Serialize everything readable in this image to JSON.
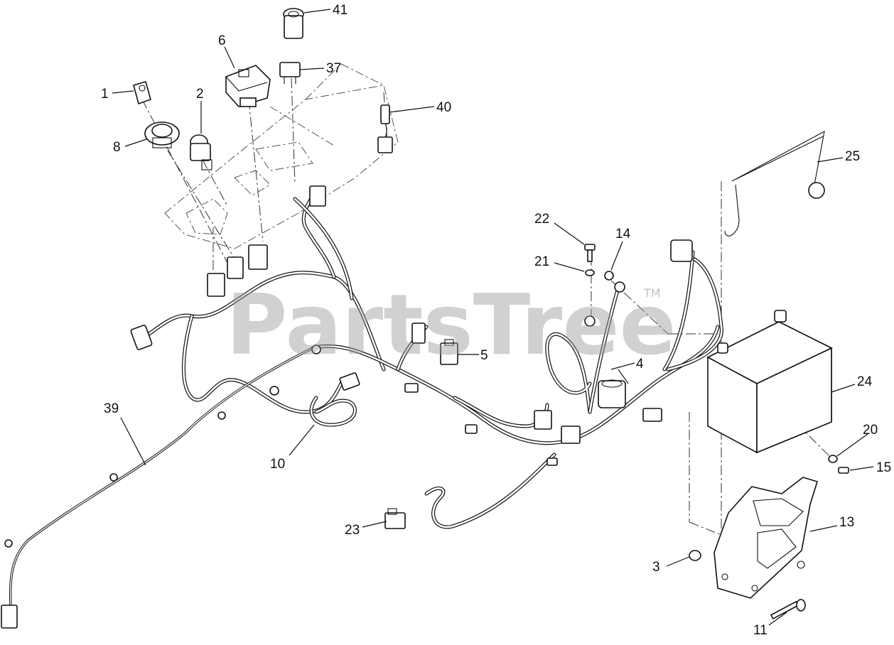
{
  "watermark": {
    "text": "PartsTree",
    "trademark": "TM"
  },
  "callouts": [
    {
      "id": "c1",
      "label": "1"
    },
    {
      "id": "c2",
      "label": "2"
    },
    {
      "id": "c3",
      "label": "3"
    },
    {
      "id": "c4",
      "label": "4"
    },
    {
      "id": "c5",
      "label": "5"
    },
    {
      "id": "c6",
      "label": "6"
    },
    {
      "id": "c8",
      "label": "8"
    },
    {
      "id": "c10",
      "label": "10"
    },
    {
      "id": "c11",
      "label": "11"
    },
    {
      "id": "c13",
      "label": "13"
    },
    {
      "id": "c14",
      "label": "14"
    },
    {
      "id": "c15",
      "label": "15"
    },
    {
      "id": "c20",
      "label": "20"
    },
    {
      "id": "c21",
      "label": "21"
    },
    {
      "id": "c22",
      "label": "22"
    },
    {
      "id": "c23",
      "label": "23"
    },
    {
      "id": "c24",
      "label": "24"
    },
    {
      "id": "c25",
      "label": "25"
    },
    {
      "id": "c37",
      "label": "37"
    },
    {
      "id": "c39",
      "label": "39"
    },
    {
      "id": "c40",
      "label": "40"
    },
    {
      "id": "c41",
      "label": "41"
    }
  ]
}
